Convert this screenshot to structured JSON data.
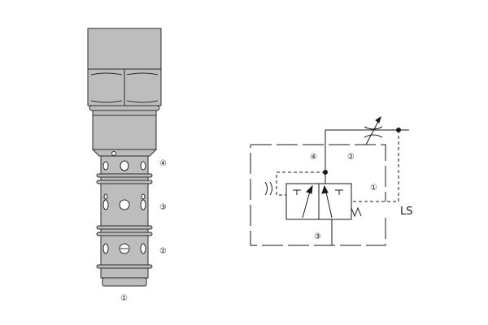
{
  "valve_ports": {
    "p4": "④",
    "p3": "③",
    "p2": "②",
    "p1": "①"
  },
  "schematic": {
    "p4": "④",
    "p2": "②",
    "p1": "①",
    "p3": "③",
    "ls": "LS",
    "spring": "W"
  },
  "colors": {
    "body_fill": "#bdbdbd",
    "body_stroke": "#2b2b2b",
    "line": "#1a1a1a"
  }
}
